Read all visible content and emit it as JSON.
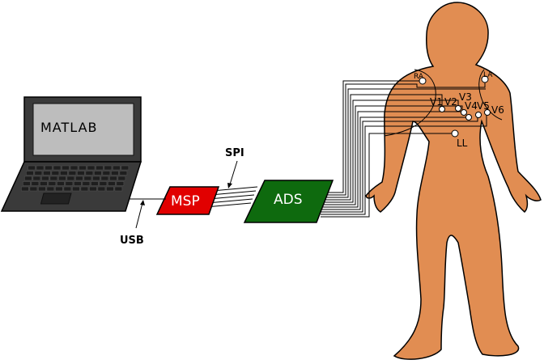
{
  "laptop": {
    "screen_text": "MATLAB"
  },
  "blocks": {
    "msp": {
      "label": "MSP",
      "color": "#e10000"
    },
    "ads": {
      "label": "ADS",
      "color": "#0e6a0e"
    }
  },
  "links": {
    "spi": "SPI",
    "usb": "USB"
  },
  "body": {
    "skin_color": "#e18d52"
  },
  "electrodes": {
    "ra": "RA",
    "la": "LA",
    "ll": "LL",
    "v1": "V1",
    "v2": "V2",
    "v3": "V3",
    "v4": "V4",
    "v5": "V5",
    "v6": "V6"
  }
}
